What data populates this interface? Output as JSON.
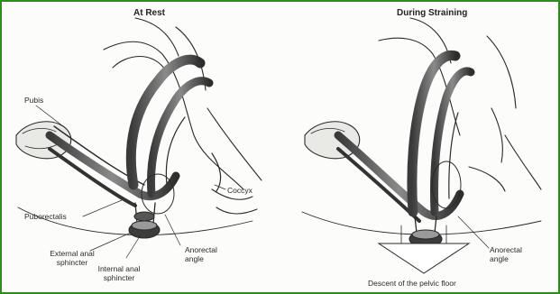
{
  "left_panel": {
    "title": "At Rest",
    "labels": {
      "pubis": "Pubis",
      "puborectalis": "Puborectalis",
      "coccyx": "Coccyx",
      "external_sphincter_line1": "External anal",
      "external_sphincter_line2": "sphincter",
      "internal_sphincter_line1": "Internal anal",
      "internal_sphincter_line2": "sphincter",
      "anorectal_angle_line1": "Anorectal",
      "anorectal_angle_line2": "angle"
    }
  },
  "right_panel": {
    "title": "During Straining",
    "labels": {
      "anorectal_angle_line1": "Anorectal",
      "anorectal_angle_line2": "angle",
      "descent": "Descent of the pelvic floor"
    }
  },
  "colors": {
    "frame_border": "#2e8b1e",
    "ink": "#2a2a2a"
  }
}
